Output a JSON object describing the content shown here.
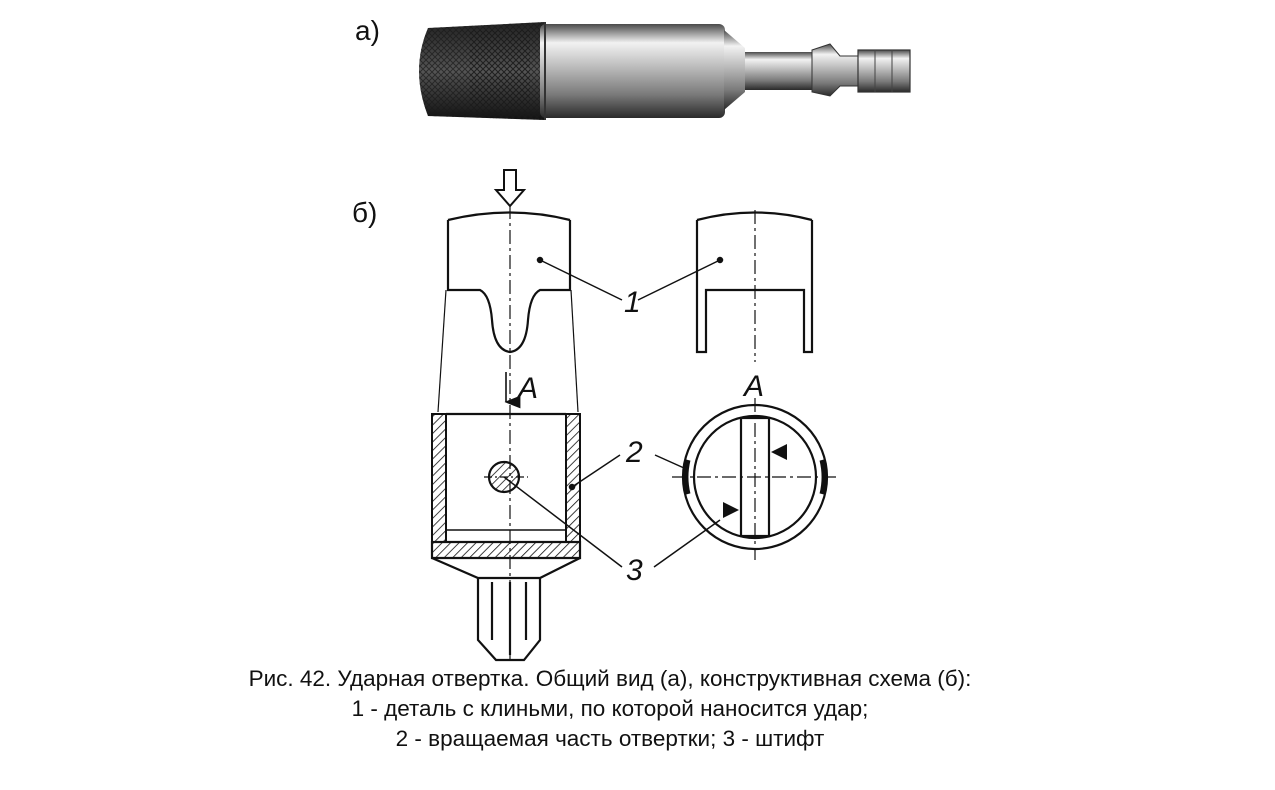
{
  "panel_labels": {
    "a": "а)",
    "b": "б)"
  },
  "callouts": {
    "one": "1",
    "two": "2",
    "three": "3",
    "view_top": "А",
    "view_side": "А"
  },
  "caption": {
    "line1": "Рис. 42. Ударная отвертка. Общий вид (а), конструктивная схема (б):",
    "line2": "1 - деталь с клиньми, по которой наносится удар;",
    "line3": "2 - вращаемая часть отвертки; 3 - штифт"
  }
}
